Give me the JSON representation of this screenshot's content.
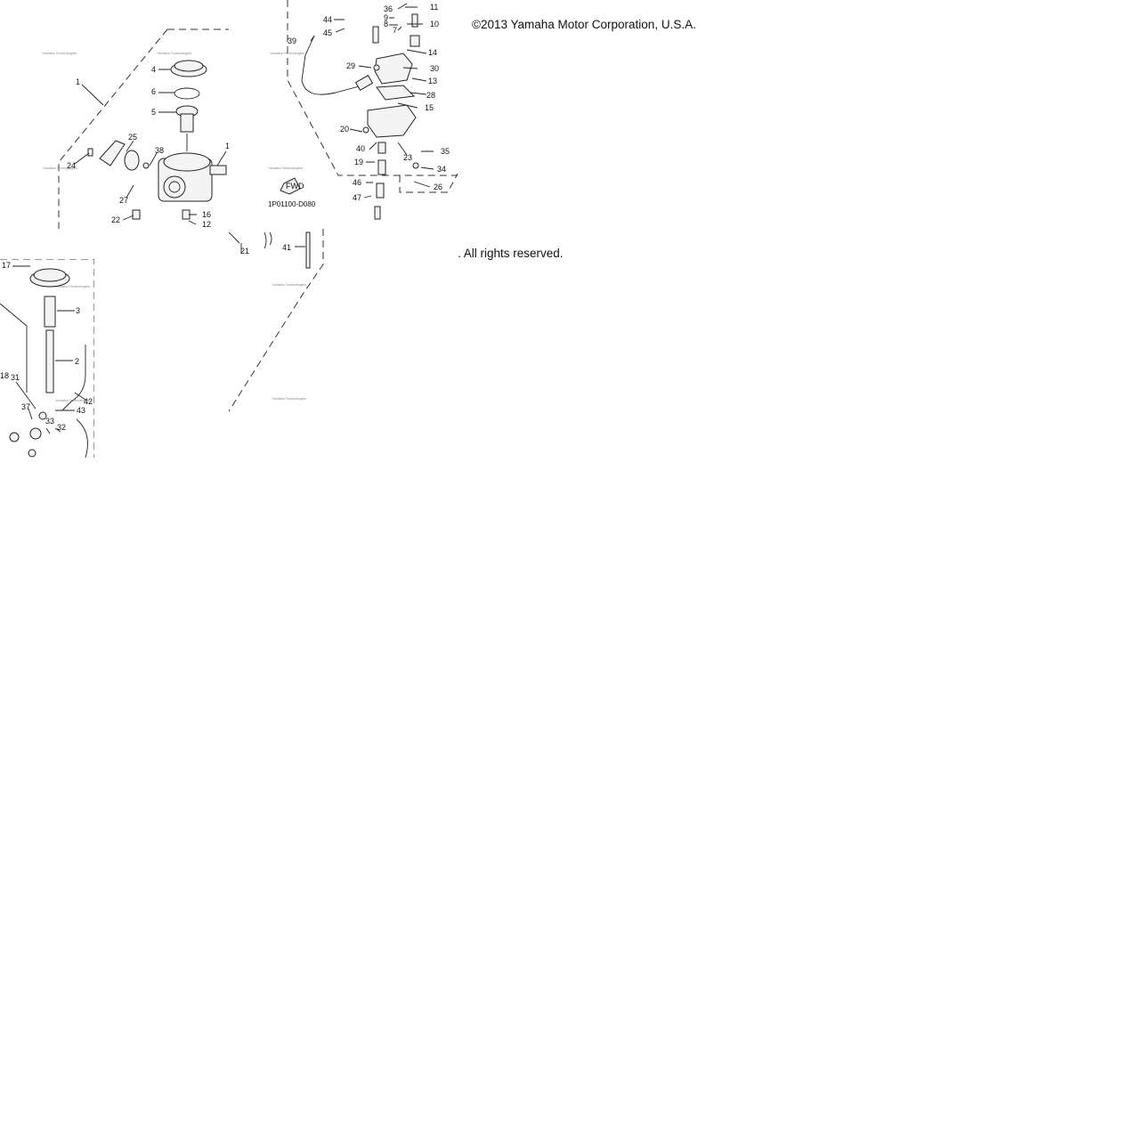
{
  "copyright": "©2013 Yamaha Motor Corporation, U.S.A.",
  "rights": ". All rights reserved.",
  "diagram": {
    "figure_code": "1P01100-D080",
    "fwd_label": "FWD",
    "watermark": "Yamaha Technologies",
    "callouts_top_left": [
      "1",
      "4",
      "6",
      "5",
      "25",
      "38",
      "24",
      "27",
      "22",
      "16",
      "12",
      "1"
    ],
    "callouts_top_right": [
      "44",
      "36",
      "11",
      "45",
      "9",
      "8",
      "10",
      "7",
      "39",
      "14",
      "29",
      "30",
      "13",
      "28",
      "15",
      "20",
      "40",
      "23",
      "35",
      "19",
      "34",
      "46",
      "26",
      "47"
    ],
    "callouts_mid": [
      "21",
      "41"
    ],
    "callouts_bottom_left": [
      "17",
      "3",
      "2",
      "18",
      "31",
      "42",
      "37",
      "43",
      "33",
      "32"
    ]
  }
}
